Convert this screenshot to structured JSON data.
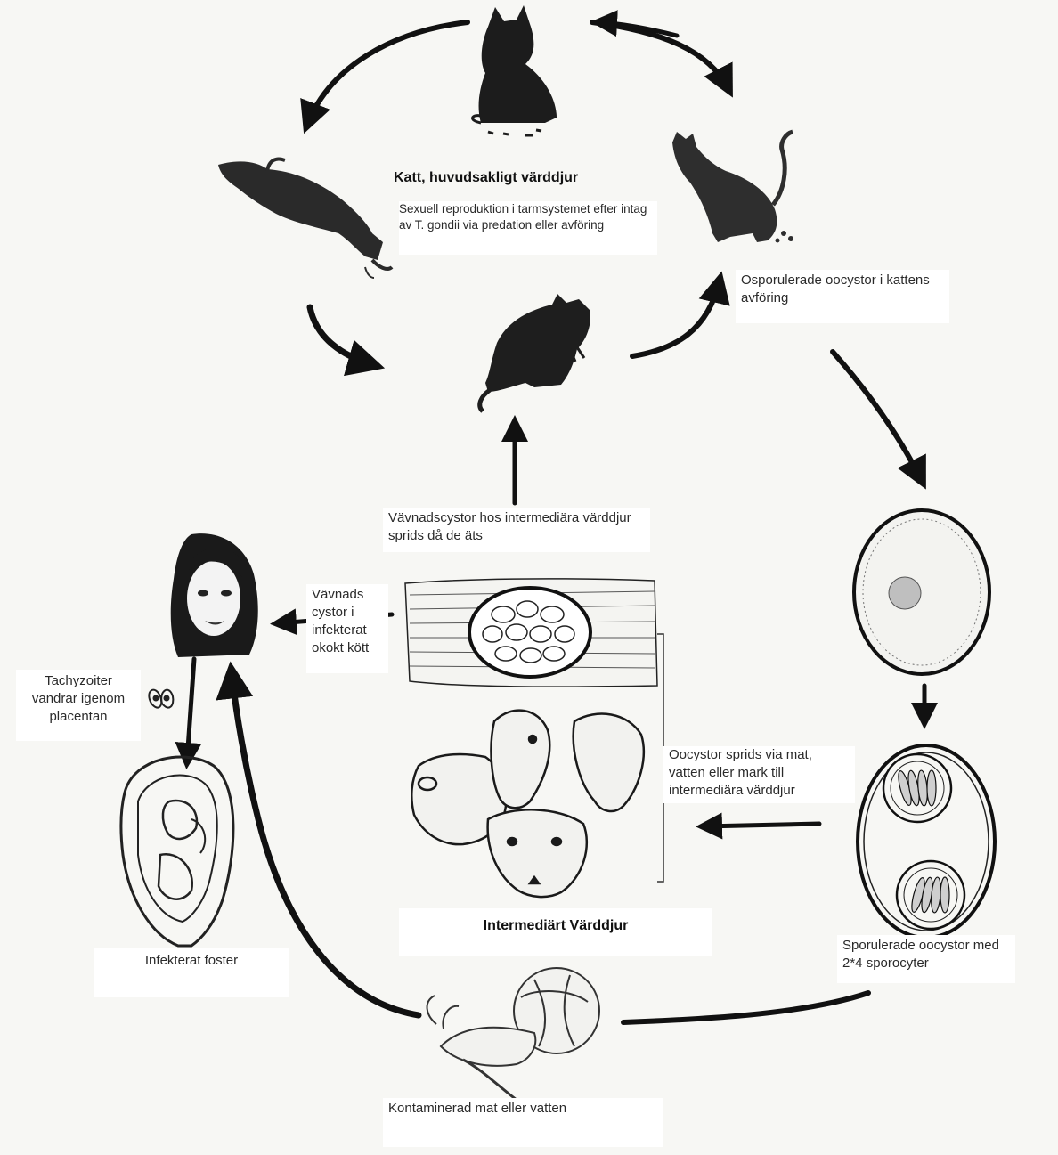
{
  "labels": {
    "cat_title": "Katt, huvudsakligt värddjur",
    "cat_desc": "Sexuell reproduktion i tarmsystemet efter intag av T. gondii via predation eller avföring",
    "unsporulated": "Osporulerade oocystor i kattens avföring",
    "tissue_cysts_eaten": "Vävnadscystor hos intermediära värddjur sprids då de äts",
    "tissue_cysts_meat": "Vävnads cystor i infekterat okokt kött",
    "tachyzoites": "Tachyzoiter vandrar igenom placentan",
    "oocyst_spread": "Oocystor sprids via mat, vatten eller mark till intermediära värddjur",
    "intermediate_host": "Intermediärt Värddjur",
    "infected_fetus": "Infekterat foster",
    "sporulated": "Sporulerade oocystor med 2*4 sporocyter",
    "contaminated": "Kontaminerad mat eller vatten"
  }
}
